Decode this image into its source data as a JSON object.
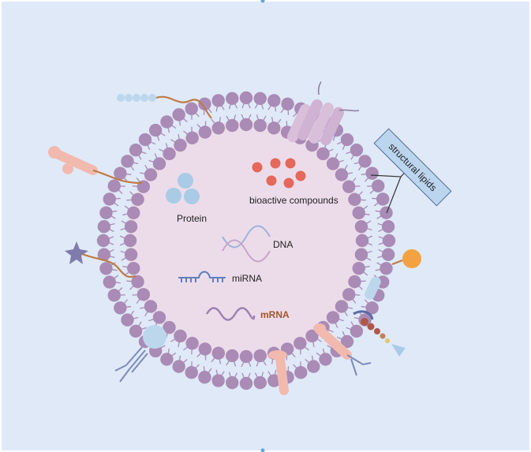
{
  "labels": {
    "protein": "Protein",
    "bioactive": "bioactive compounds",
    "dna": "DNA",
    "mirna": "miRNA",
    "mrna": "mRNA",
    "structural_lipids": "structural lipids"
  },
  "colors": {
    "background": "#dfe9f8",
    "lumen": "#ecdcea",
    "lipid_head": "#a98bb5",
    "lipid_tail": "#ffffff",
    "mrna": "#a0562d",
    "label_box": "#bcd5ee",
    "label_box_border": "#4f6e96"
  }
}
